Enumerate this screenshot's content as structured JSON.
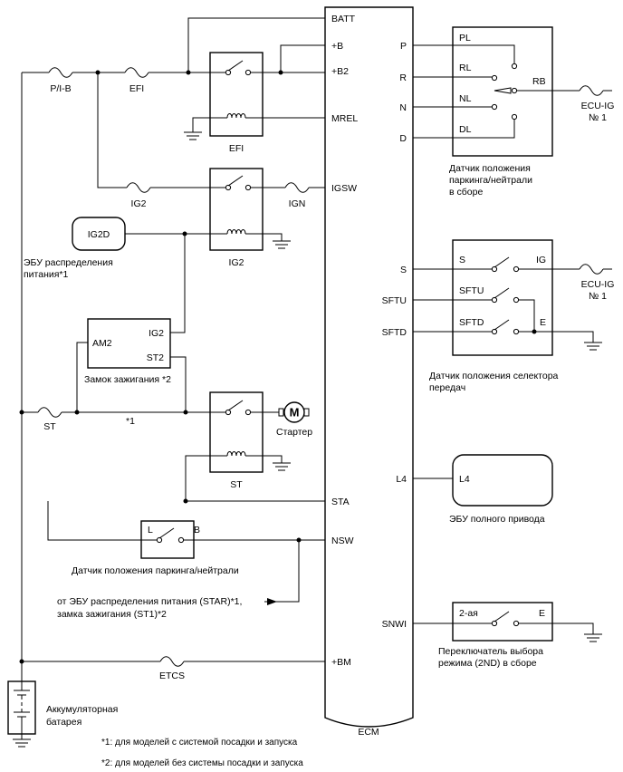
{
  "ecm": {
    "name": "ECM",
    "left_pins": [
      "BATT",
      "+B",
      "+B2",
      "MREL",
      "IGSW",
      "STA",
      "NSW",
      "+BM"
    ],
    "right_pins": [
      "P",
      "R",
      "N",
      "D",
      "S",
      "SFTU",
      "SFTD",
      "L4",
      "SNWI"
    ]
  },
  "fuses": {
    "pib": "P/I-B",
    "efi": "EFI",
    "ig2": "IG2",
    "ign": "IGN",
    "st": "ST",
    "etcs": "ETCS",
    "ecuig1": "ECU-IG",
    "ecuig2": "ECU-IG",
    "no1": "№ 1",
    "no2": "№ 1"
  },
  "relays": {
    "efi": "EFI",
    "ig2": "IG2",
    "st": "ST"
  },
  "ig2d": {
    "label": "IG2D",
    "caption_line1": "ЭБУ распределения",
    "caption_line2": "питания*1"
  },
  "ignition_switch": {
    "pin_am2": "AM2",
    "pin_ig2": "IG2",
    "pin_st2": "ST2",
    "caption": "Замок зажигания *2"
  },
  "marks": {
    "star1": "*1"
  },
  "starter": {
    "symbol": "M",
    "label": "Стартер"
  },
  "nsw_switch": {
    "pin_l": "L",
    "pin_b": "B",
    "caption": "Датчик положения паркинга/нейтрали"
  },
  "from_note": {
    "line1": "от ЭБУ распределения питания (STAR)*1,",
    "line2": "замка зажигания (ST1)*2"
  },
  "battery": {
    "line1": "Аккумуляторная",
    "line2": "батарея"
  },
  "park_sensor": {
    "pins": [
      "PL",
      "RL",
      "NL",
      "DL",
      "RB"
    ],
    "caption_line1": "Датчик положения",
    "caption_line2": "паркинга/нейтрали",
    "caption_line3": "в сборе"
  },
  "selector_sensor": {
    "pins": [
      "S",
      "IG",
      "SFTU",
      "SFTD",
      "E"
    ],
    "caption_line1": "Датчик положения селектора",
    "caption_line2": "передач"
  },
  "awd_ecu": {
    "pin": "L4",
    "caption": "ЭБУ полного привода"
  },
  "mode_switch": {
    "pin_left": "2-ая",
    "pin_right": "E",
    "caption_line1": "Переключатель выбора",
    "caption_line2": "режима (2ND) в сборе"
  },
  "footnotes": [
    "*1: для моделей с системой посадки и запуска",
    "*2: для моделей без системы посадки и запуска"
  ]
}
